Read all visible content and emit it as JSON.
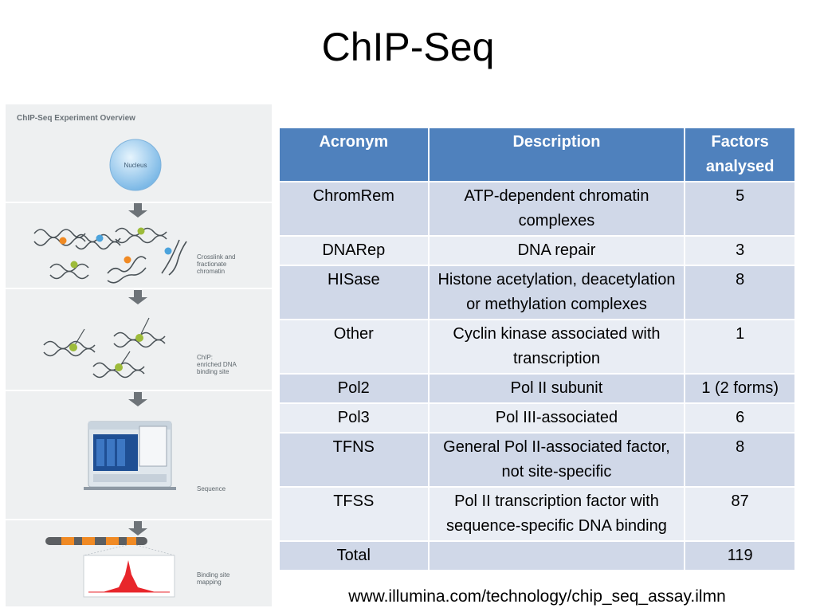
{
  "slide": {
    "title": "ChIP-Seq"
  },
  "figure": {
    "heading": "ChIP-Seq Experiment Overview",
    "nucleus_label": "Nucleus",
    "steps": [
      {
        "label": "Crosslink and\nfractionate\nchromatin"
      },
      {
        "label": "ChIP:\nenriched DNA\nbinding site"
      },
      {
        "label": "Sequence"
      },
      {
        "label": "Binding site\nmapping"
      }
    ],
    "colors": {
      "nucleus": "#8cc4ec",
      "arrow": "#6d7378",
      "orange": "#f08a24",
      "green": "#9dbb3a",
      "blue": "#4ba3dc",
      "peak": "#e8262b"
    }
  },
  "table": {
    "headers": {
      "acronym": "Acronym",
      "description": "Description",
      "factors": "Factors analysed"
    },
    "rows": [
      {
        "acronym": "ChromRem",
        "description": "ATP-dependent chromatin complexes",
        "factors": "5"
      },
      {
        "acronym": "DNARep",
        "description": "DNA repair",
        "factors": "3"
      },
      {
        "acronym": "HISase",
        "description": "Histone acetylation, deacetylation or methylation complexes",
        "factors": "8"
      },
      {
        "acronym": "Other",
        "description": "Cyclin kinase associated with transcription",
        "factors": "1"
      },
      {
        "acronym": "Pol2",
        "description": "Pol II subunit",
        "factors": "1 (2 forms)"
      },
      {
        "acronym": "Pol3",
        "description": "Pol III-associated",
        "factors": "6"
      },
      {
        "acronym": "TFNS",
        "description": "General Pol II-associated factor, not site-specific",
        "factors": "8"
      },
      {
        "acronym": "TFSS",
        "description": "Pol II transcription factor with sequence-specific DNA binding",
        "factors": "87"
      },
      {
        "acronym": "Total",
        "description": "",
        "factors": "119"
      }
    ],
    "colors": {
      "header": "#4f81bd",
      "row_odd": "#d0d8e8",
      "row_even": "#e9edf4"
    }
  },
  "source": {
    "url": "www.illumina.com/technology/chip_seq_assay.ilmn"
  }
}
